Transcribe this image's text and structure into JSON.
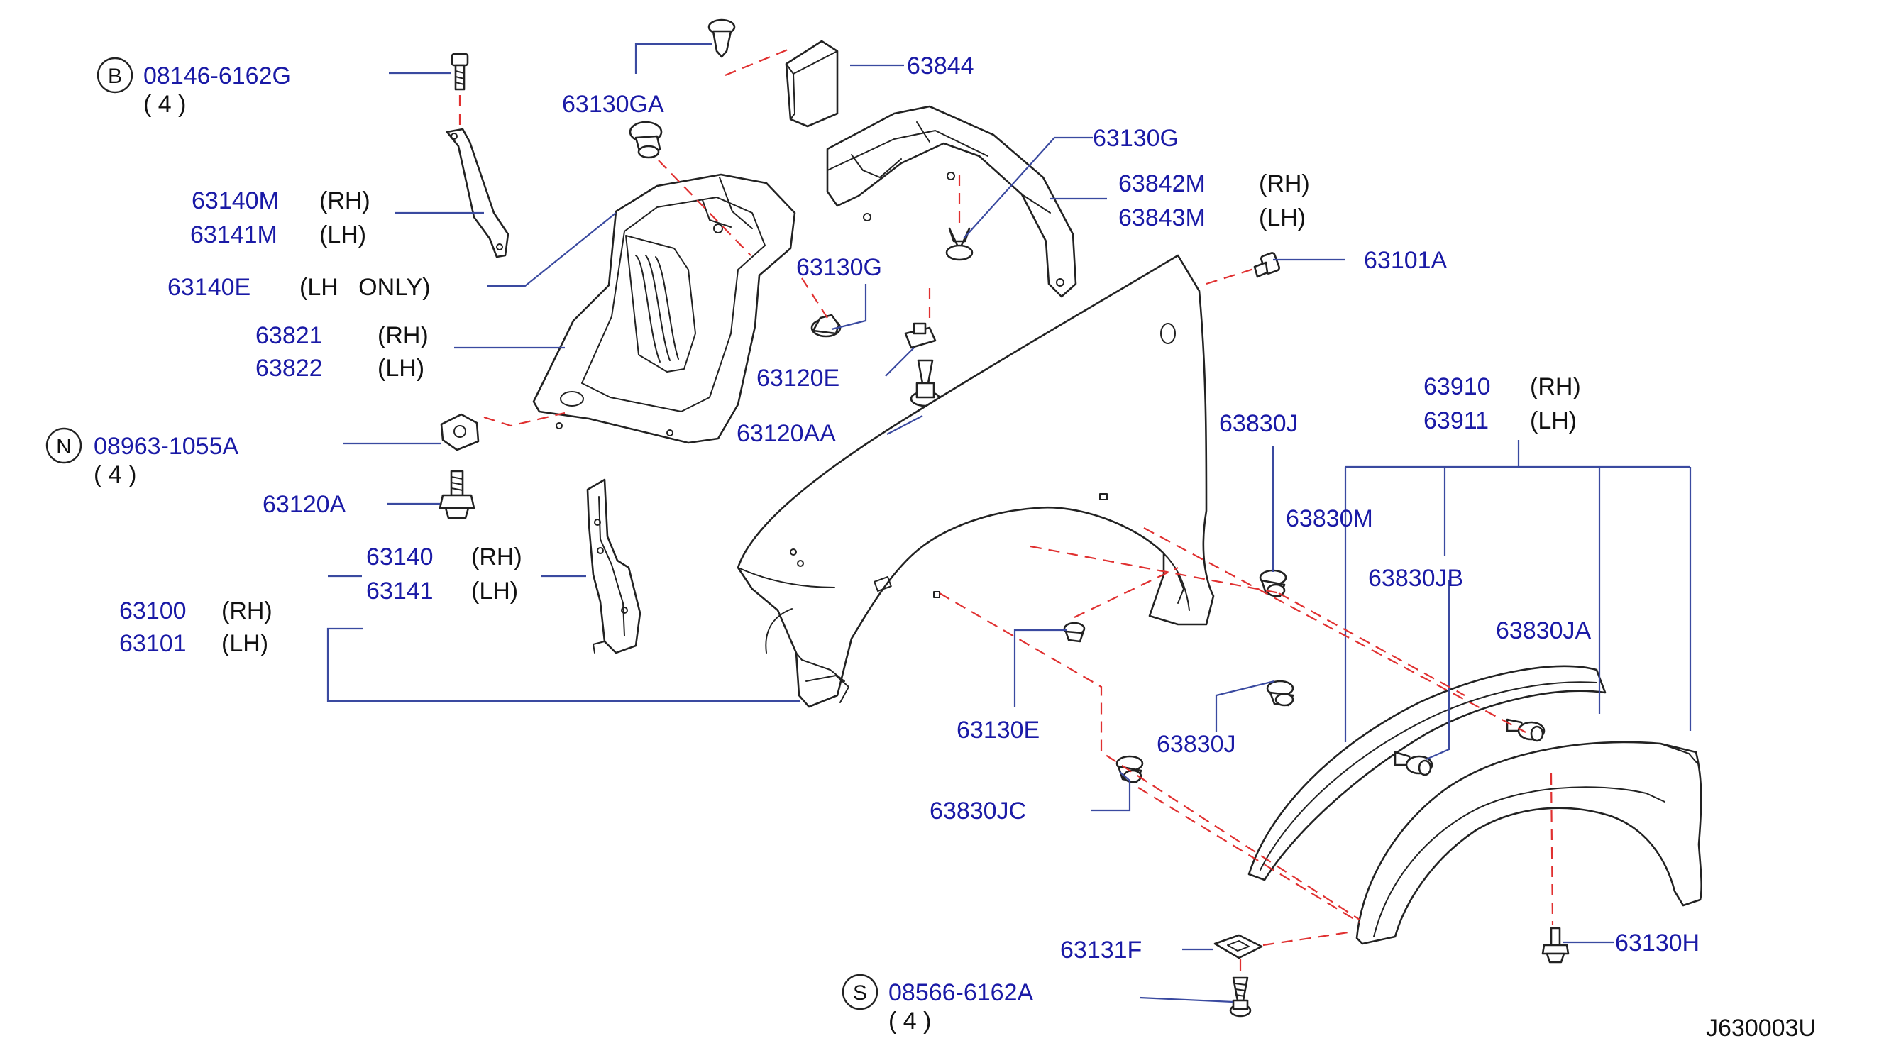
{
  "colors": {
    "part_number": "#1a1aa6",
    "leader": "#3a4aa0",
    "dash": "#e03030",
    "ink": "#222222"
  },
  "callouts": [
    {
      "id": "b-bolt",
      "prefix": "B",
      "pn": "08146-6162G",
      "qty": "( 4 )"
    },
    {
      "id": "n-nut",
      "prefix": "N",
      "pn": "08963-1055A",
      "qty": "( 4 )"
    },
    {
      "id": "s-screw",
      "prefix": "S",
      "pn": "08566-6162A",
      "qty": "( 4 )"
    }
  ],
  "labels": {
    "p63130GA": "63130GA",
    "p63844": "63844",
    "p63140M": "63140M",
    "p63140M_side": "(RH)",
    "p63141M": "63141M",
    "p63141M_side": "(LH)",
    "p63140E": "63140E",
    "p63140E_side": "(LH   ONLY)",
    "p63821": "63821",
    "p63821_side": "(RH)",
    "p63822": "63822",
    "p63822_side": "(LH)",
    "p63130G_a": "63130G",
    "p63842M": "63842M",
    "p63842M_side": "(RH)",
    "p63843M": "63843M",
    "p63843M_side": "(LH)",
    "p63130G_b": "63130G",
    "p63101A": "63101A",
    "p63120E": "63120E",
    "p63120AA": "63120AA",
    "p63120A": "63120A",
    "p63140": "63140",
    "p63140_side": "(RH)",
    "p63141": "63141",
    "p63141_side": "(LH)",
    "p63100": "63100",
    "p63100_side": "(RH)",
    "p63101": "63101",
    "p63101_side": "(LH)",
    "p63910": "63910",
    "p63910_side": "(RH)",
    "p63911": "63911",
    "p63911_side": "(LH)",
    "p63830J_a": "63830J",
    "p63830M": "63830M",
    "p63830JB": "63830JB",
    "p63830JA": "63830JA",
    "p63130E": "63130E",
    "p63830J_b": "63830J",
    "p63830JC": "63830JC",
    "p63131F": "63131F",
    "p63130H": "63130H",
    "diagram_code": "J630003U"
  }
}
